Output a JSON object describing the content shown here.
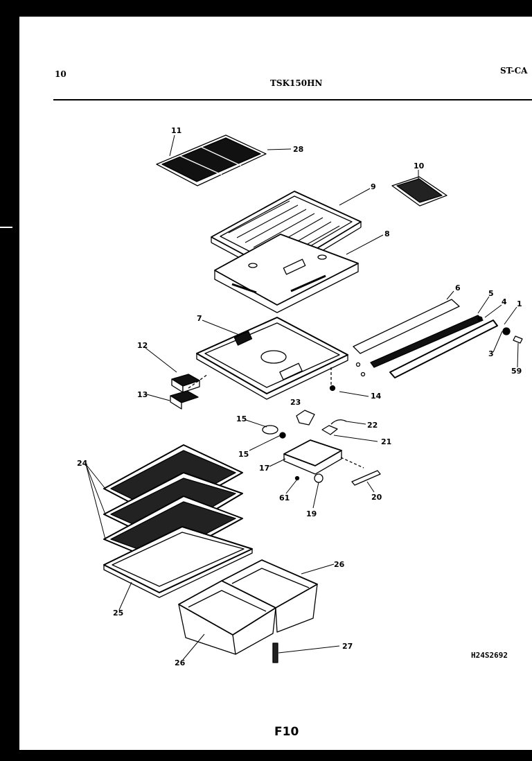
{
  "header": {
    "page_number": "10",
    "model": "TSK150HN",
    "category": "ST-CA"
  },
  "figure": {
    "label": "F10",
    "reference_code": "H24S2692"
  },
  "callouts": [
    {
      "id": "c11",
      "text": "11"
    },
    {
      "id": "c28",
      "text": "28"
    },
    {
      "id": "c10",
      "text": "10"
    },
    {
      "id": "c9",
      "text": "9"
    },
    {
      "id": "c8",
      "text": "8"
    },
    {
      "id": "c7",
      "text": "7"
    },
    {
      "id": "c6",
      "text": "6"
    },
    {
      "id": "c5",
      "text": "5"
    },
    {
      "id": "c4",
      "text": "4"
    },
    {
      "id": "c1",
      "text": "1"
    },
    {
      "id": "c3",
      "text": "3"
    },
    {
      "id": "c59",
      "text": "59"
    },
    {
      "id": "c12",
      "text": "12"
    },
    {
      "id": "c13",
      "text": "13"
    },
    {
      "id": "c14",
      "text": "14"
    },
    {
      "id": "c23",
      "text": "23"
    },
    {
      "id": "c15a",
      "text": "15"
    },
    {
      "id": "c22",
      "text": "22"
    },
    {
      "id": "c15b",
      "text": "15"
    },
    {
      "id": "c21",
      "text": "21"
    },
    {
      "id": "c17",
      "text": "17"
    },
    {
      "id": "c24",
      "text": "24"
    },
    {
      "id": "c61",
      "text": "61"
    },
    {
      "id": "c19",
      "text": "19"
    },
    {
      "id": "c20",
      "text": "20"
    },
    {
      "id": "c26a",
      "text": "26"
    },
    {
      "id": "c25",
      "text": "25"
    },
    {
      "id": "c27",
      "text": "27"
    },
    {
      "id": "c26b",
      "text": "26"
    }
  ]
}
